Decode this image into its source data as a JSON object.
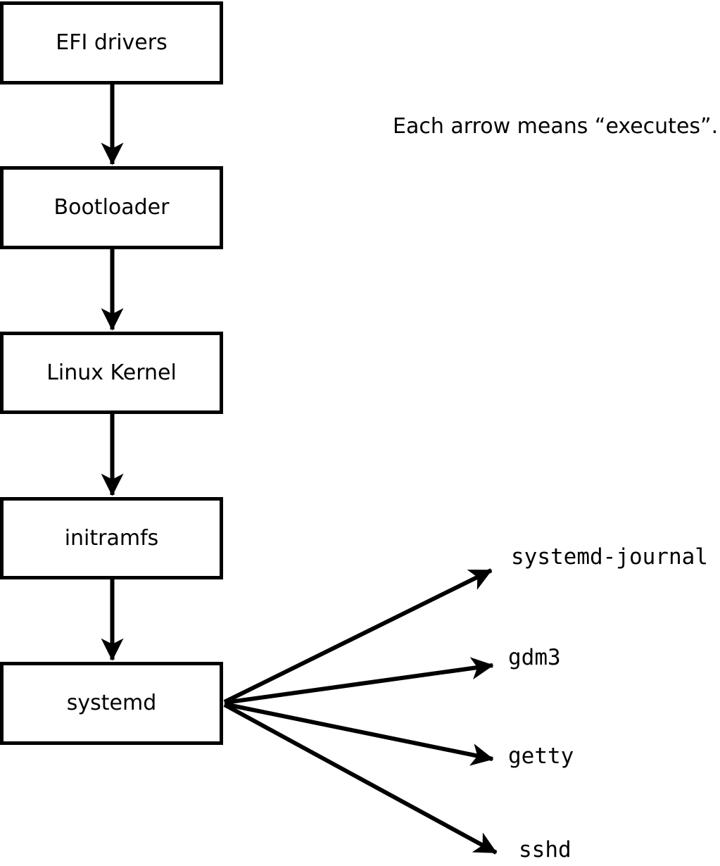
{
  "diagram": {
    "caption": "Each arrow means “executes”.",
    "arrow_meaning": "executes",
    "chain": [
      {
        "label": "EFI drivers"
      },
      {
        "label": "Bootloader"
      },
      {
        "label": "Linux Kernel"
      },
      {
        "label": "initramfs"
      },
      {
        "label": "systemd"
      }
    ],
    "spawned_processes": [
      {
        "label": "systemd-journal"
      },
      {
        "label": "gdm3"
      },
      {
        "label": "getty"
      },
      {
        "label": "sshd"
      }
    ],
    "colors": {
      "stroke": "#000000",
      "text": "#000000",
      "background": "#ffffff",
      "box_fill": "#ffffff"
    }
  }
}
